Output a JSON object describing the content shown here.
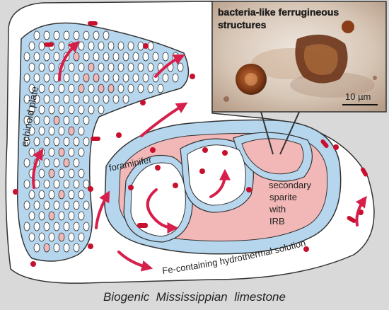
{
  "labels": {
    "echinoid": "echinoid plate",
    "foraminifer": "foraminifer",
    "sparite_1": "secondary",
    "sparite_2": "sparite",
    "sparite_3": "with",
    "sparite_4": "IRB",
    "solution": "Fe-containing hydrothermal solution",
    "inset_title_1": "bacteria-like ferrugineous",
    "inset_title_2": "structures",
    "scale": "10 µm",
    "caption": "Biogenic  Mississippian  limestone"
  },
  "colors": {
    "background_grey": "#d9d9d9",
    "fluid_blue": "#b6d6ee",
    "outline": "#333333",
    "sparite_pink": "#f2b7b7",
    "arrow_crimson": "#d61f4b",
    "particle_red": "#c8102e"
  }
}
